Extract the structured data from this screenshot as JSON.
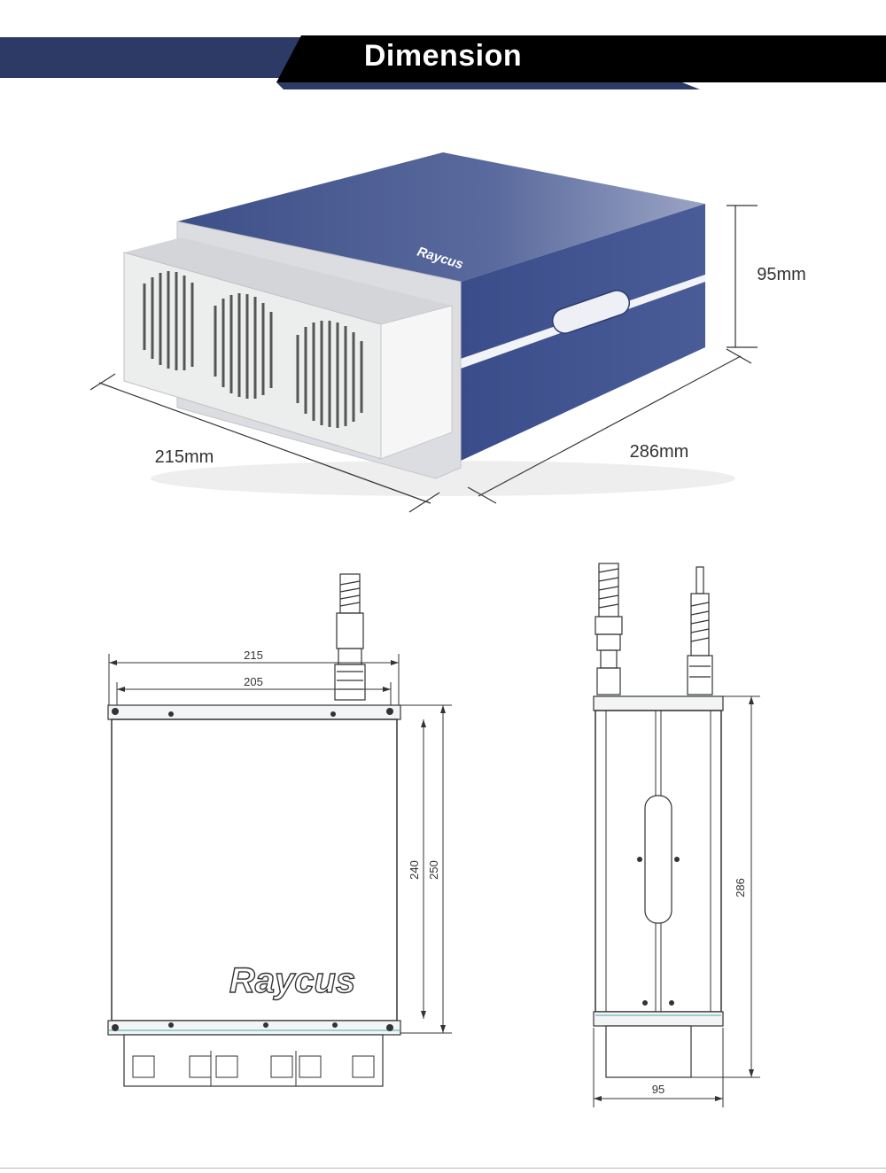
{
  "header": {
    "title": "Dimension"
  },
  "product_view": {
    "brand_logo": "Raycus",
    "height_label": "95mm",
    "width_label": "215mm",
    "depth_label": "286mm"
  },
  "front_drawing": {
    "outer_width": "215",
    "inner_width": "205",
    "inner_height": "240",
    "outer_height": "250",
    "brand_logo": "Raycus"
  },
  "side_drawing": {
    "depth": "286",
    "width": "95"
  },
  "colors": {
    "banner_dark": "#000000",
    "banner_navy": "#2e3a66",
    "housing_blue": "#3f5593",
    "housing_light": "#6d7fb0",
    "panel_grey": "#e9eaec",
    "line_grey": "#555555"
  }
}
